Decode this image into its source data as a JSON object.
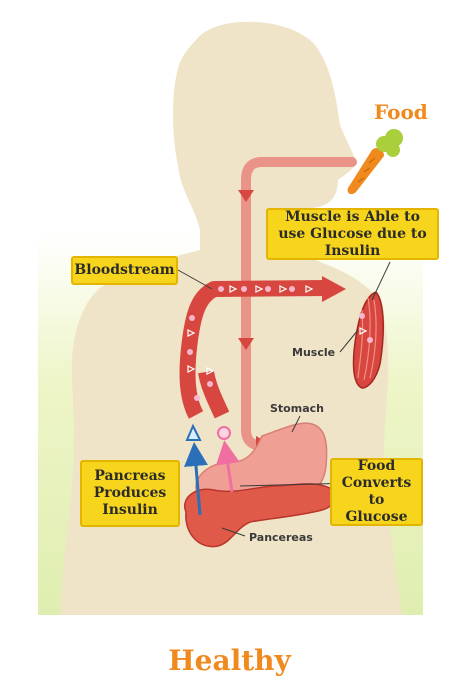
{
  "labels": {
    "food": "Food",
    "bloodstream": "Bloodstream",
    "muscle_callout": "Muscle is Able to use Glucose due to Insulin",
    "muscle": "Muscle",
    "stomach": "Stomach",
    "pancreas_callout": "Pancreas Produces Insulin",
    "food_callout": "Food Converts to Glucose",
    "pancreas": "Pancereas",
    "title": "Healthy"
  },
  "colors": {
    "silhouette": "#efe4c8",
    "background_glow": "#eef5c8",
    "vessel": "#d8473f",
    "digestive_tract": "#ea9388",
    "callout": "#f7d51d",
    "accent": "#f08a1e",
    "insulin_arrow": "#2a6fb8",
    "glucose_arrow": "#ef6fa0"
  },
  "icons": [
    "carrot-icon",
    "insulin-triangle-icon",
    "glucose-circle-icon"
  ]
}
